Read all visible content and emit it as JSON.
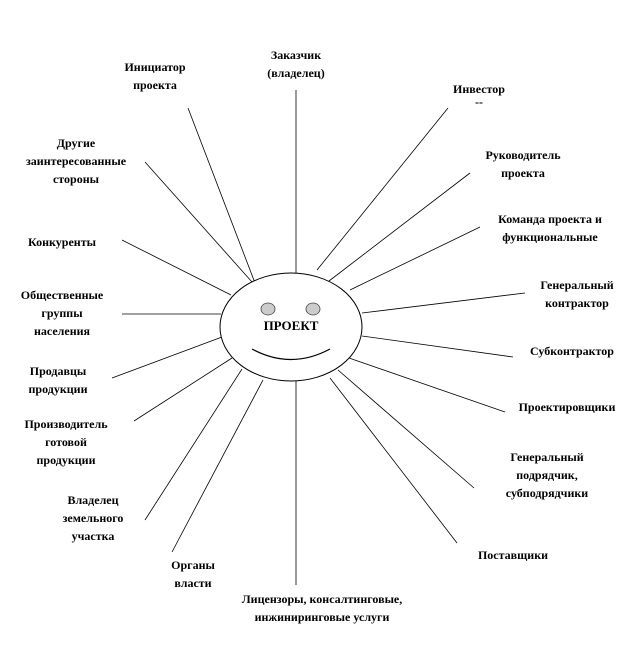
{
  "center_label": "ПРОЕКТ",
  "stakeholders": [
    {
      "id": "customer",
      "lines": [
        "Заказчик",
        "(владелец)"
      ]
    },
    {
      "id": "initiator",
      "lines": [
        "Инициатор",
        "проекта"
      ]
    },
    {
      "id": "other",
      "lines": [
        "Другие",
        "заинтересованные",
        "стороны"
      ]
    },
    {
      "id": "competitors",
      "lines": [
        "Конкуренты"
      ]
    },
    {
      "id": "public",
      "lines": [
        "Общественные",
        "группы",
        "населения"
      ]
    },
    {
      "id": "sellers",
      "lines": [
        "Продавцы",
        "продукции"
      ]
    },
    {
      "id": "producer",
      "lines": [
        "Производитель",
        "готовой",
        "продукции"
      ]
    },
    {
      "id": "landowner",
      "lines": [
        "Владелец",
        "земельного",
        "участка"
      ]
    },
    {
      "id": "authorities",
      "lines": [
        "Органы",
        "власти"
      ]
    },
    {
      "id": "licensors",
      "lines": [
        "Лицензоры,  консалтинговые,",
        "инжиниринговые  услуги"
      ]
    },
    {
      "id": "suppliers",
      "lines": [
        "Поставщики"
      ]
    },
    {
      "id": "subcontractors",
      "lines": [
        "Генеральный",
        "подрядчик,",
        "субподрядчики"
      ]
    },
    {
      "id": "designers",
      "lines": [
        "Проектировщики"
      ]
    },
    {
      "id": "subcontractor",
      "lines": [
        "Субконтрактор"
      ]
    },
    {
      "id": "gencontractor",
      "lines": [
        "Генеральный",
        "контрактор"
      ]
    },
    {
      "id": "team",
      "lines": [
        "Команда проекта и",
        "функциональные"
      ]
    },
    {
      "id": "manager",
      "lines": [
        "Руководитель",
        "проекта"
      ]
    },
    {
      "id": "investor",
      "lines": [
        "Инвестор",
        "--"
      ]
    }
  ]
}
